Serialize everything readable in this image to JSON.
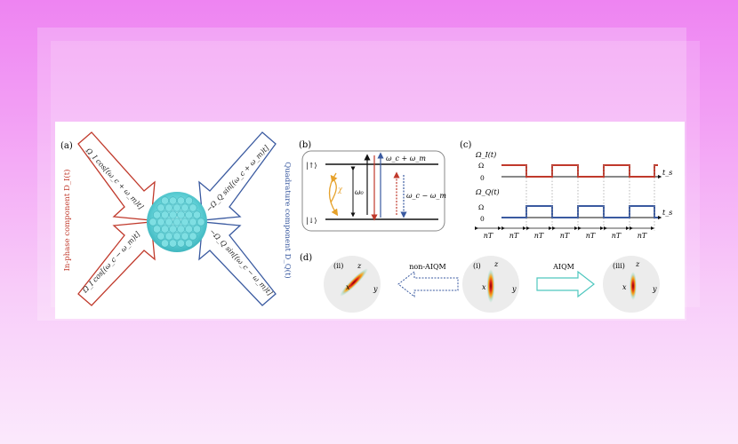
{
  "panel_labels": {
    "a": "(a)",
    "b": "(b)",
    "c": "(c)",
    "d": "(d)"
  },
  "a": {
    "in_phase_label": "In-phase component D_I(t)",
    "quadrature_label": "Quadrature component D_Q(t)",
    "arrow_top_left": "Ω_I cos[(ω_c + ω_m)t]",
    "arrow_bottom_left": "Ω_I cos[(ω_c − ω_m)t]",
    "arrow_top_right": "−Ω_Q sin[(ω_c + ω_m)t]",
    "arrow_bottom_right": "−Ω_Q sin[(ω_c − ω_m)t]",
    "colors": {
      "in_phase": "#c0392b",
      "quadrature": "#3a5aa0",
      "cloud": "#5fd0d6"
    }
  },
  "b": {
    "up_state": "|↑⟩",
    "down_state": "|↓⟩",
    "omega0": "ω₀",
    "chi": "χ",
    "plus": "ω_c + ω_m",
    "minus": "ω_c − ω_m"
  },
  "c": {
    "omega_I": "Ω_I(t)",
    "omega_Q": "Ω_Q(t)",
    "omega": "Ω",
    "zero": "0",
    "t_label": "t_s",
    "time_labels": [
      "nT",
      "nT",
      "nT",
      "nT",
      "nT",
      "nT",
      "nT"
    ],
    "colors": {
      "omega_I": "#c0392b",
      "omega_Q": "#3a5aa0"
    }
  },
  "d": {
    "labels": {
      "ii": "(ii)",
      "i": "(i)",
      "iii": "(iii)"
    },
    "non_aiqm": "non-AIQM",
    "aiqm": "AIQM",
    "axis_x": "x",
    "axis_y": "y",
    "axis_z": "z"
  }
}
